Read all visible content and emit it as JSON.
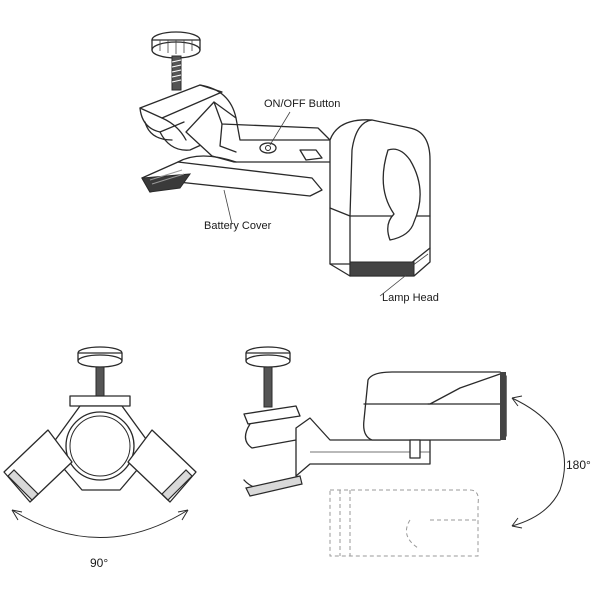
{
  "labels": {
    "power_button": "ON/OFF Button",
    "battery_cover": "Battery Cover",
    "lamp_head": "Lamp Head",
    "rotation_90": "90°",
    "rotation_180": "180°"
  }
}
